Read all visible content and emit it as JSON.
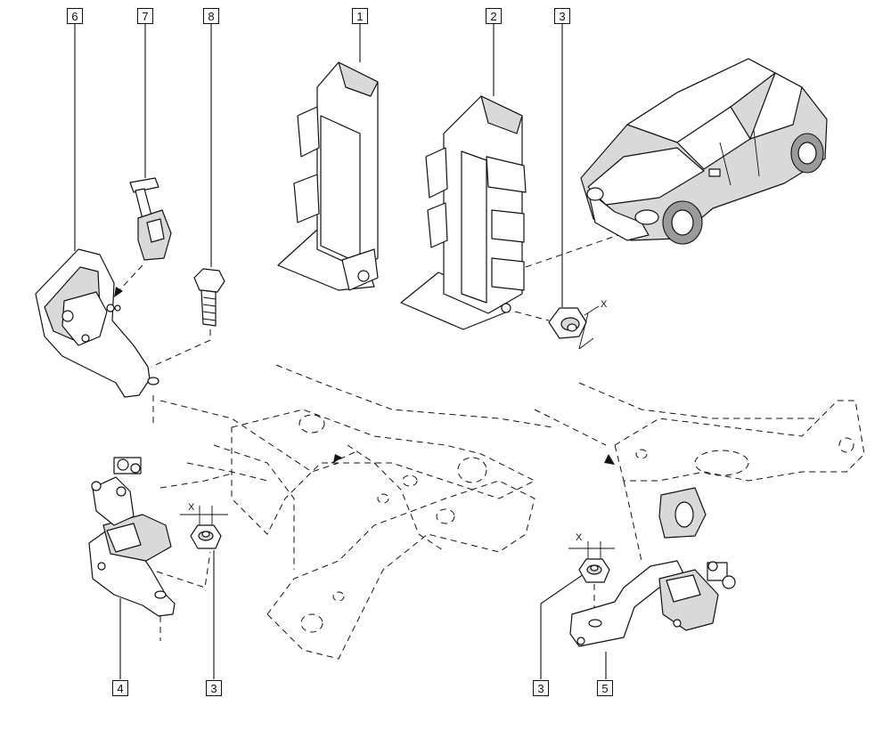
{
  "callouts": {
    "c6": "6",
    "c7": "7",
    "c8": "8",
    "c1": "1",
    "c2": "2",
    "c3_top": "3",
    "c4": "4",
    "c3_left": "3",
    "c3_right": "3",
    "c5": "5"
  },
  "dimensions": {
    "x_top": "X",
    "x_left": "X",
    "x_right": "X"
  }
}
